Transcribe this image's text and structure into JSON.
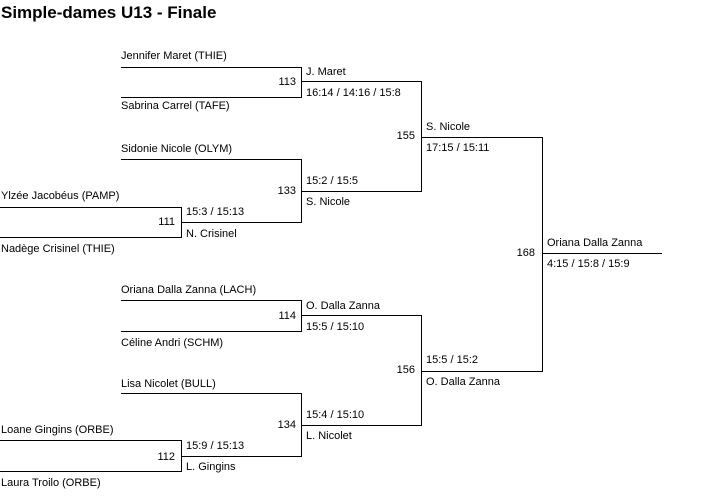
{
  "title": "Simple-dames U13 - Finale",
  "round1": [
    {
      "player_a": "Ylzée Jacobéus (PAMP)",
      "player_b": "Nadège Crisinel (THIE)",
      "match": "111",
      "winner": "N. Crisinel",
      "score": "15:3 / 15:13"
    },
    {
      "player_a": "Loane Gingins (ORBE)",
      "player_b": "Laura Troilo (ORBE)",
      "match": "112",
      "winner": "L. Gingins",
      "score": "15:9 / 15:13"
    }
  ],
  "round2": [
    {
      "player_a": "Jennifer Maret (THIE)",
      "player_b": "Sabrina Carrel (TAFE)",
      "match": "113",
      "winner": "J. Maret",
      "score": "16:14 / 14:16 / 15:8"
    },
    {
      "player_a": "Sidonie Nicole (OLYM)",
      "match": "133",
      "winner": "S. Nicole",
      "score": "15:2 / 15:5"
    },
    {
      "player_a": "Oriana Dalla Zanna (LACH)",
      "player_b": "Céline Andri (SCHM)",
      "match": "114",
      "winner": "O. Dalla Zanna",
      "score": "15:5 / 15:10"
    },
    {
      "player_a": "Lisa Nicolet (BULL)",
      "match": "134",
      "winner": "L. Nicolet",
      "score": "15:4 / 15:10"
    }
  ],
  "semifinals": [
    {
      "match": "155",
      "winner": "S. Nicole",
      "score": "17:15 / 15:11"
    },
    {
      "match": "156",
      "winner": "O. Dalla Zanna",
      "score": "15:5 / 15:2"
    }
  ],
  "final": {
    "match": "168",
    "winner": "Oriana Dalla Zanna",
    "score": "4:15 / 15:8 / 15:9"
  }
}
